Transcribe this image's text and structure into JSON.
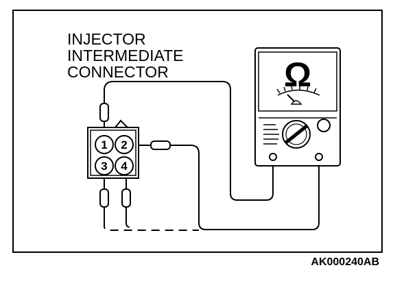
{
  "label": {
    "line1": "INJECTOR",
    "line2": "INTERMEDIATE",
    "line3": "CONNECTOR"
  },
  "figure_code": "AK000240AB",
  "meter": {
    "symbol": "Ω",
    "symbol_icon": "ohm-symbol"
  },
  "connector": {
    "pins": [
      "1",
      "2",
      "3",
      "4"
    ]
  },
  "colors": {
    "line": "#000000",
    "background": "#ffffff"
  }
}
